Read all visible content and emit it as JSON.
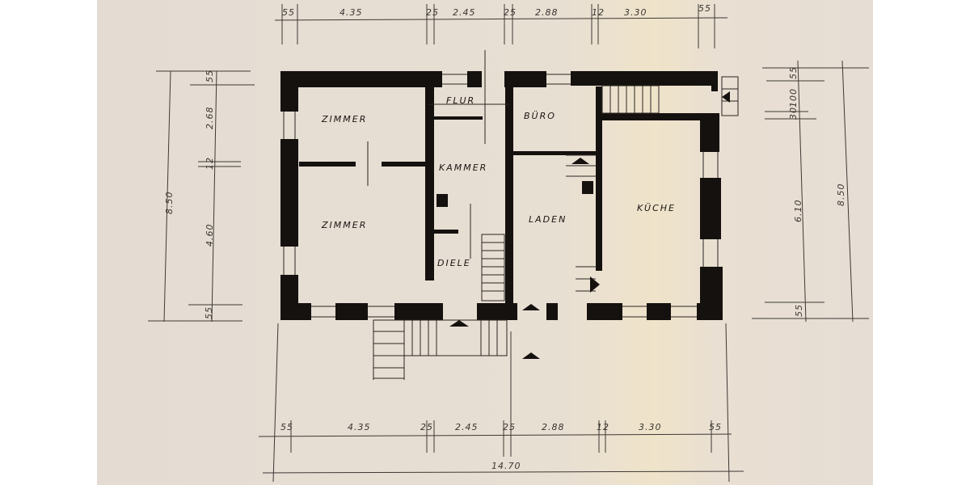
{
  "rooms": {
    "zimmer_top": "ZIMMER",
    "zimmer_bottom": "ZIMMER",
    "flur": "FLUR",
    "buero": "BÜRO",
    "kammer": "KAMMER",
    "diele": "DIELE",
    "laden": "LADEN",
    "kueche": "KÜCHE"
  },
  "dimensions": {
    "top": [
      "55",
      "4.35",
      "25",
      "2.45",
      "25",
      "2.88",
      "12",
      "3.30",
      "55"
    ],
    "bottom": [
      "55",
      "4.35",
      "25",
      "2.45",
      "25",
      "2.88",
      "12",
      "3.30",
      "55"
    ],
    "bottom_total": "14.70",
    "left_total": "8.50",
    "left": [
      "55",
      "2.68",
      "12",
      "4.60",
      "55"
    ],
    "right": [
      "55",
      "100",
      "30",
      "6.10",
      "55"
    ],
    "right_total": "8.50"
  },
  "colors": {
    "paper": "#e6ddd2",
    "ink": "#15110f"
  }
}
